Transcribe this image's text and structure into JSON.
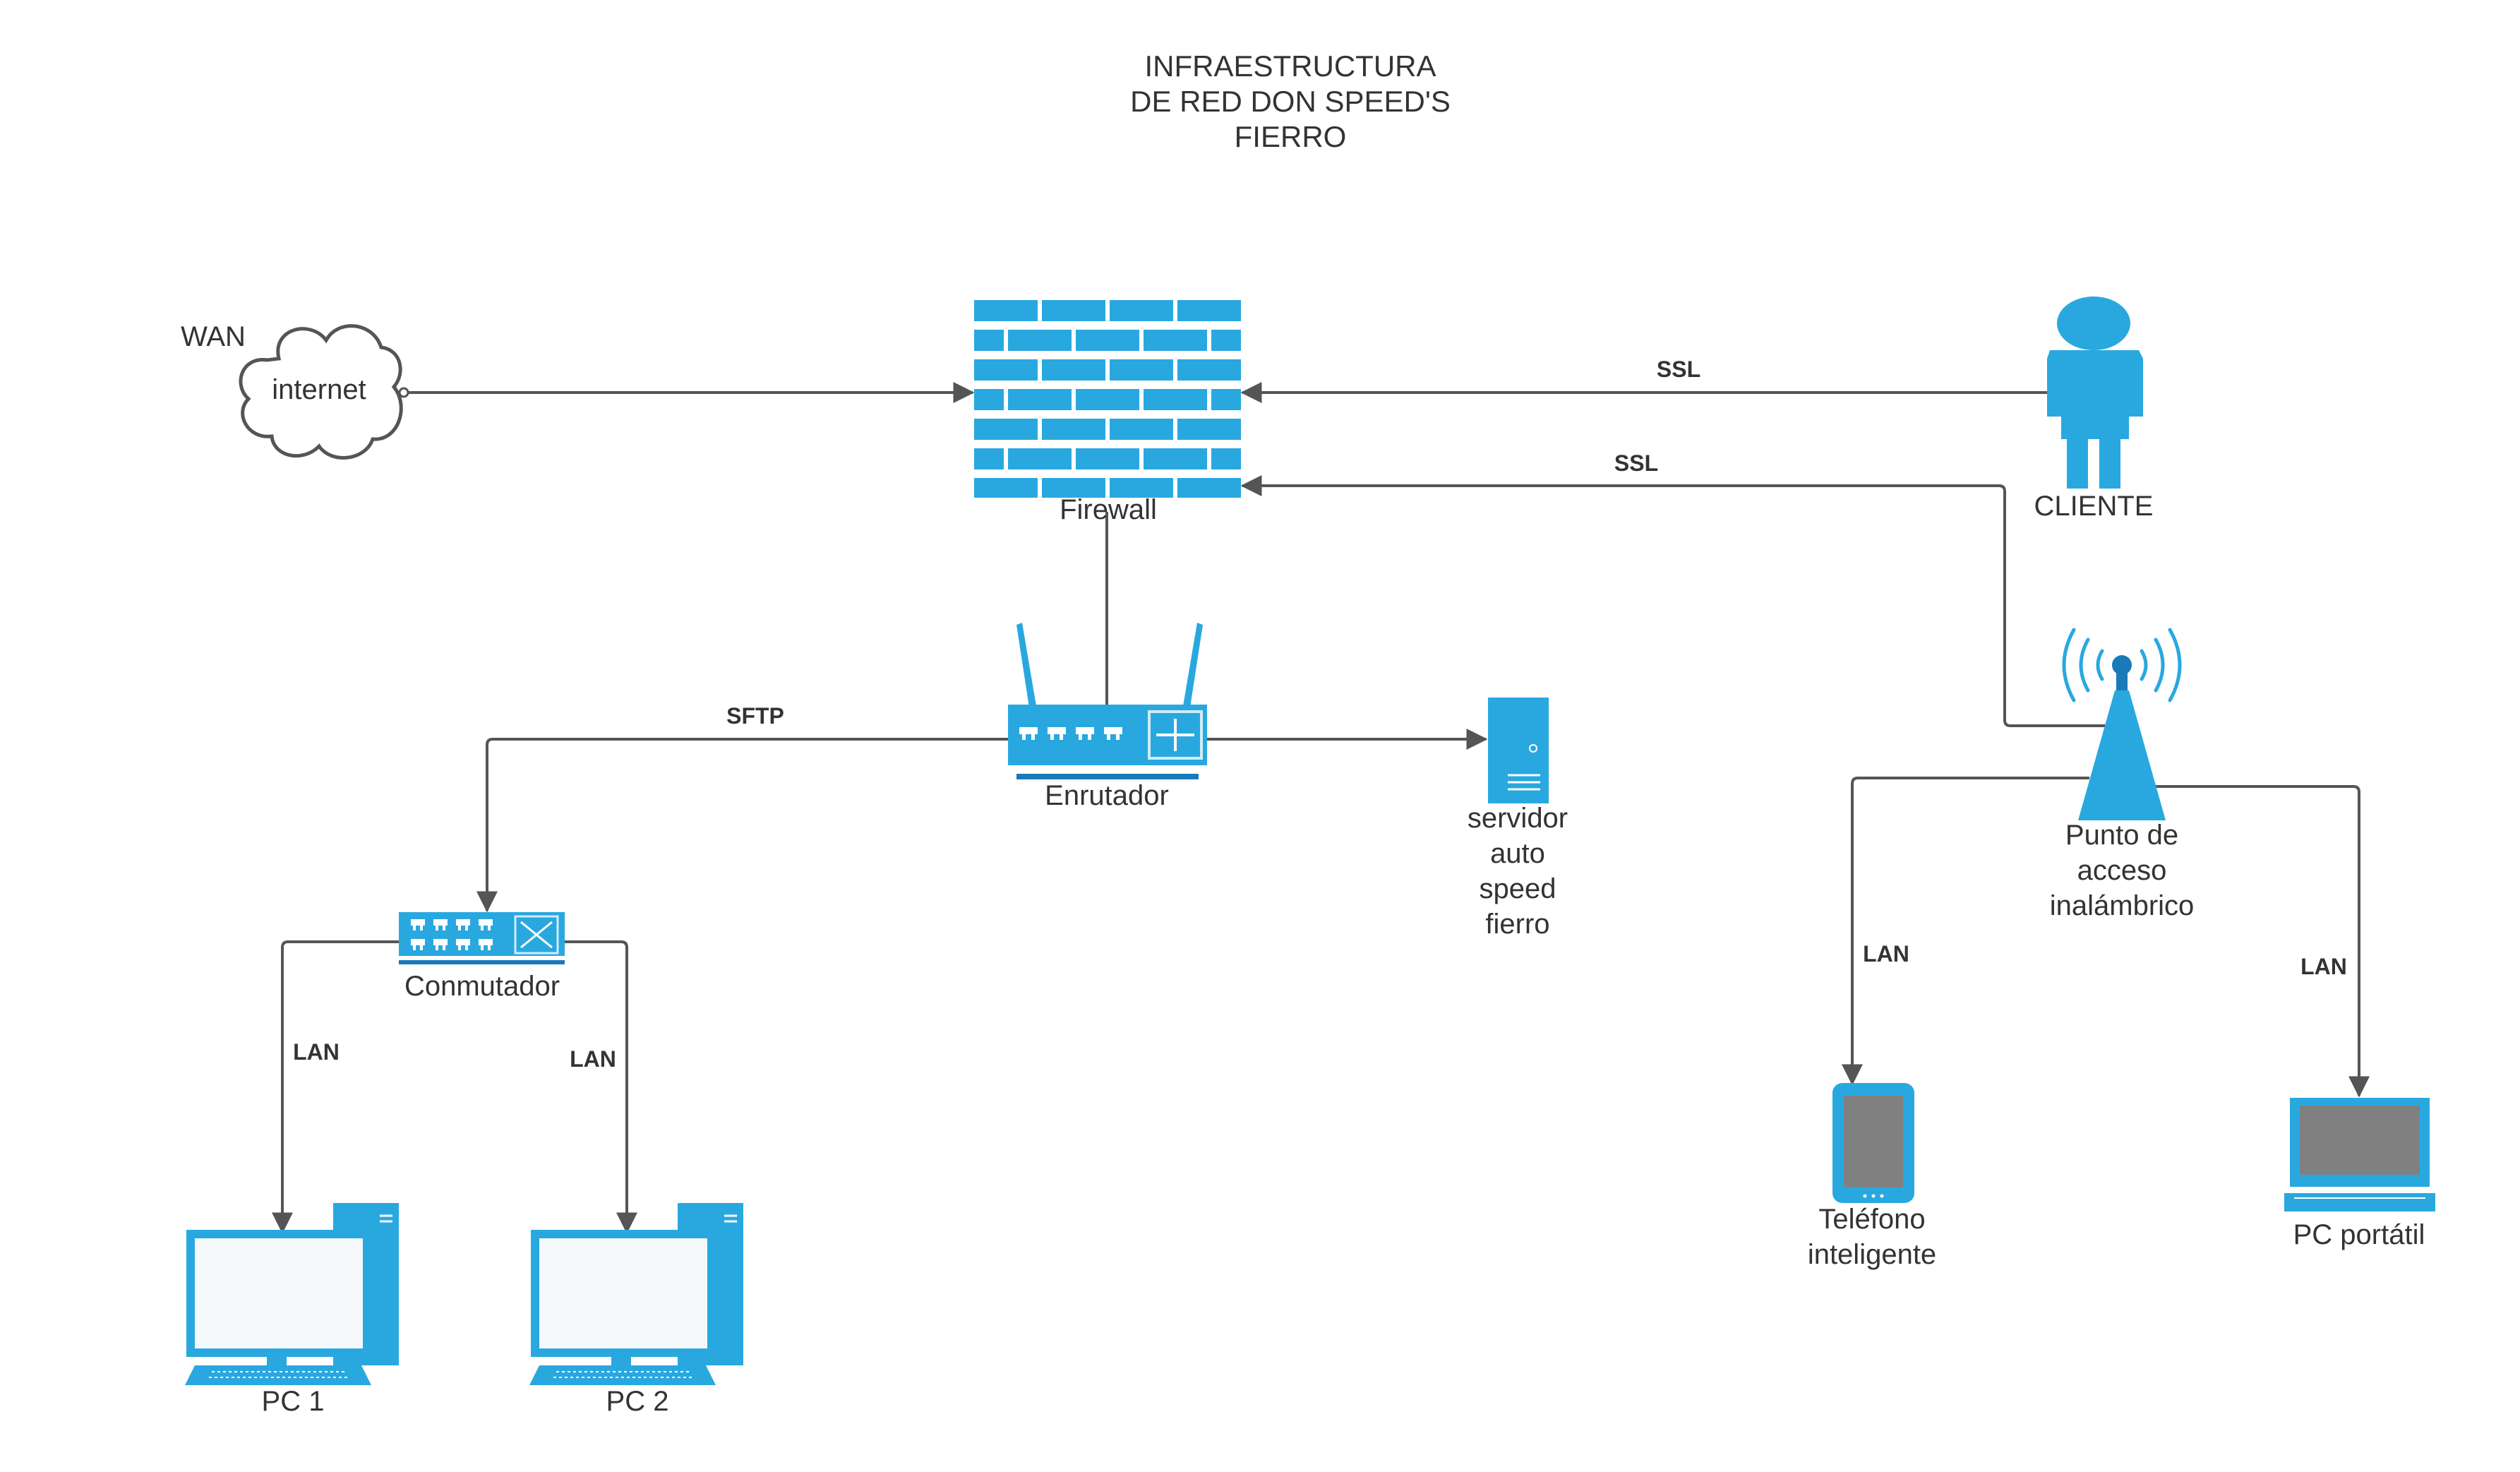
{
  "title": {
    "line1": "INFRAESTRUCTURA",
    "line2": "DE RED DON SPEED'S",
    "line3": "FIERRO"
  },
  "colors": {
    "device": "#29a8e0",
    "device_dark": "#1a7ab8",
    "screen_gray": "#808080",
    "connector": "#555555",
    "text": "#333333"
  },
  "nodes": {
    "wan": {
      "label": "WAN"
    },
    "internet": {
      "label": "internet",
      "icon": "cloud-icon"
    },
    "firewall": {
      "label": "Firewall",
      "icon": "firewall-brick-icon"
    },
    "client": {
      "label": "CLIENTE",
      "icon": "person-icon"
    },
    "router": {
      "label": "Enrutador",
      "icon": "router-icon"
    },
    "server": {
      "label_lines": [
        "servidor",
        "auto",
        "speed",
        "fierro"
      ],
      "icon": "server-icon"
    },
    "access_point": {
      "label_lines": [
        "Punto de",
        "acceso",
        "inalámbrico"
      ],
      "icon": "wireless-access-point-icon"
    },
    "switch": {
      "label": "Conmutador",
      "icon": "switch-icon"
    },
    "pc1": {
      "label": "PC 1",
      "icon": "desktop-pc-icon"
    },
    "pc2": {
      "label": "PC 2",
      "icon": "desktop-pc-icon"
    },
    "phone": {
      "label_lines": [
        "Teléfono",
        "inteligente"
      ],
      "icon": "smartphone-icon"
    },
    "laptop": {
      "label": "PC portátil",
      "icon": "laptop-icon"
    }
  },
  "edges": {
    "client_ssl": {
      "label": "SSL"
    },
    "ap_ssl": {
      "label": "SSL"
    },
    "router_switch": {
      "label": "SFTP"
    },
    "switch_pc1": {
      "label": "LAN"
    },
    "switch_pc2": {
      "label": "LAN"
    },
    "ap_phone": {
      "label": "LAN"
    },
    "ap_laptop": {
      "label": "LAN"
    }
  }
}
